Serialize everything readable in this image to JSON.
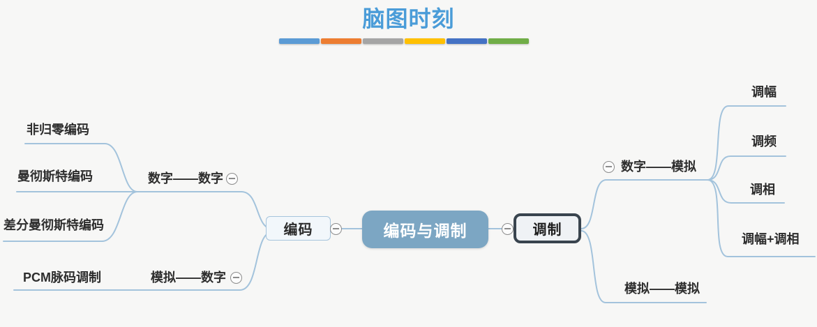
{
  "header": {
    "title": "脑图时刻",
    "title_color": "#4A9CD8",
    "accent_bars": [
      "#5B9BD5",
      "#ED7D31",
      "#A5A5A5",
      "#FFC000",
      "#4472C4",
      "#70AD47"
    ]
  },
  "theme": {
    "background": "#F7F7F6",
    "branch_line": "#A3C3DC",
    "root_fill": "#7CA6C3",
    "root_text": "#FFFFFF",
    "topic_text": "#2D2D2D",
    "encode_box_border": "#A6C4DC",
    "encode_box_fill": "#F2F7FB",
    "modulate_box_border": "#39444E",
    "modulate_box_fill": "#EFF2F5",
    "collapse_icon_color": "#8C8C8C"
  },
  "mindmap": {
    "root": {
      "label": "编码与调制"
    },
    "left": {
      "label": "编码",
      "groups": [
        {
          "label": "数字——数字",
          "leaves": [
            "非归零编码",
            "曼彻斯特编码",
            "差分曼彻斯特编码"
          ]
        },
        {
          "label": "模拟——数字",
          "leaves": [
            "PCM脉码调制"
          ]
        }
      ]
    },
    "right": {
      "label": "调制",
      "groups": [
        {
          "label": "数字——模拟",
          "leaves": [
            "调幅",
            "调频",
            "调相",
            "调幅+调相"
          ]
        },
        {
          "label": "模拟——模拟",
          "leaves": []
        }
      ]
    }
  }
}
